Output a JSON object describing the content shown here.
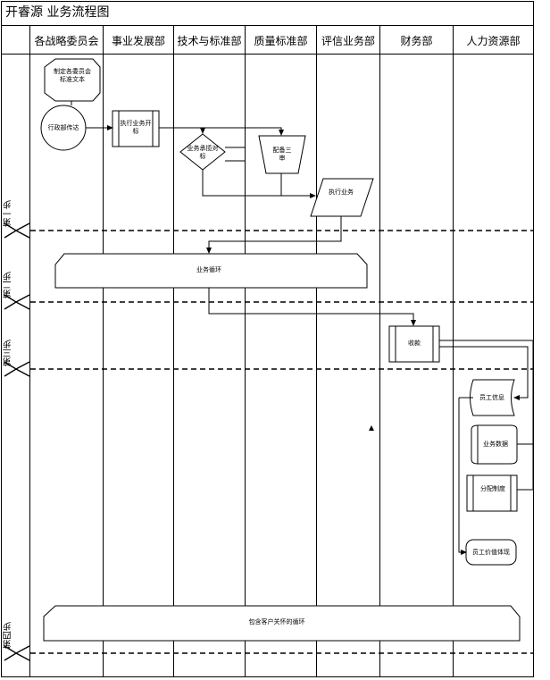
{
  "title": "开睿源  业务流程图",
  "columns": [
    "各战略委员会",
    "事业发展部",
    "技术与标准部",
    "质量标准部",
    "评信业务部",
    "财务部",
    "人力资源部"
  ],
  "stages": [
    "第一步",
    "第二步",
    "第三步",
    "第四步"
  ],
  "nodes": {
    "committee_standard_text": "制定各委员会标准文本",
    "admin_dispatch": "行政部传达",
    "execute_bidding": "执行业务开标",
    "business_bidding": "业务承揽对标",
    "supervise_audit": "配备三审",
    "execute_business": "执行业务",
    "business_cycle": "业务循环",
    "collect_payment": "收款",
    "employee_info": "员工信息",
    "business_data": "业务数据",
    "allocation_system": "分配制度",
    "employee_value": "员工价值体现",
    "customer_cycle": "包含客户关怀的循环"
  }
}
